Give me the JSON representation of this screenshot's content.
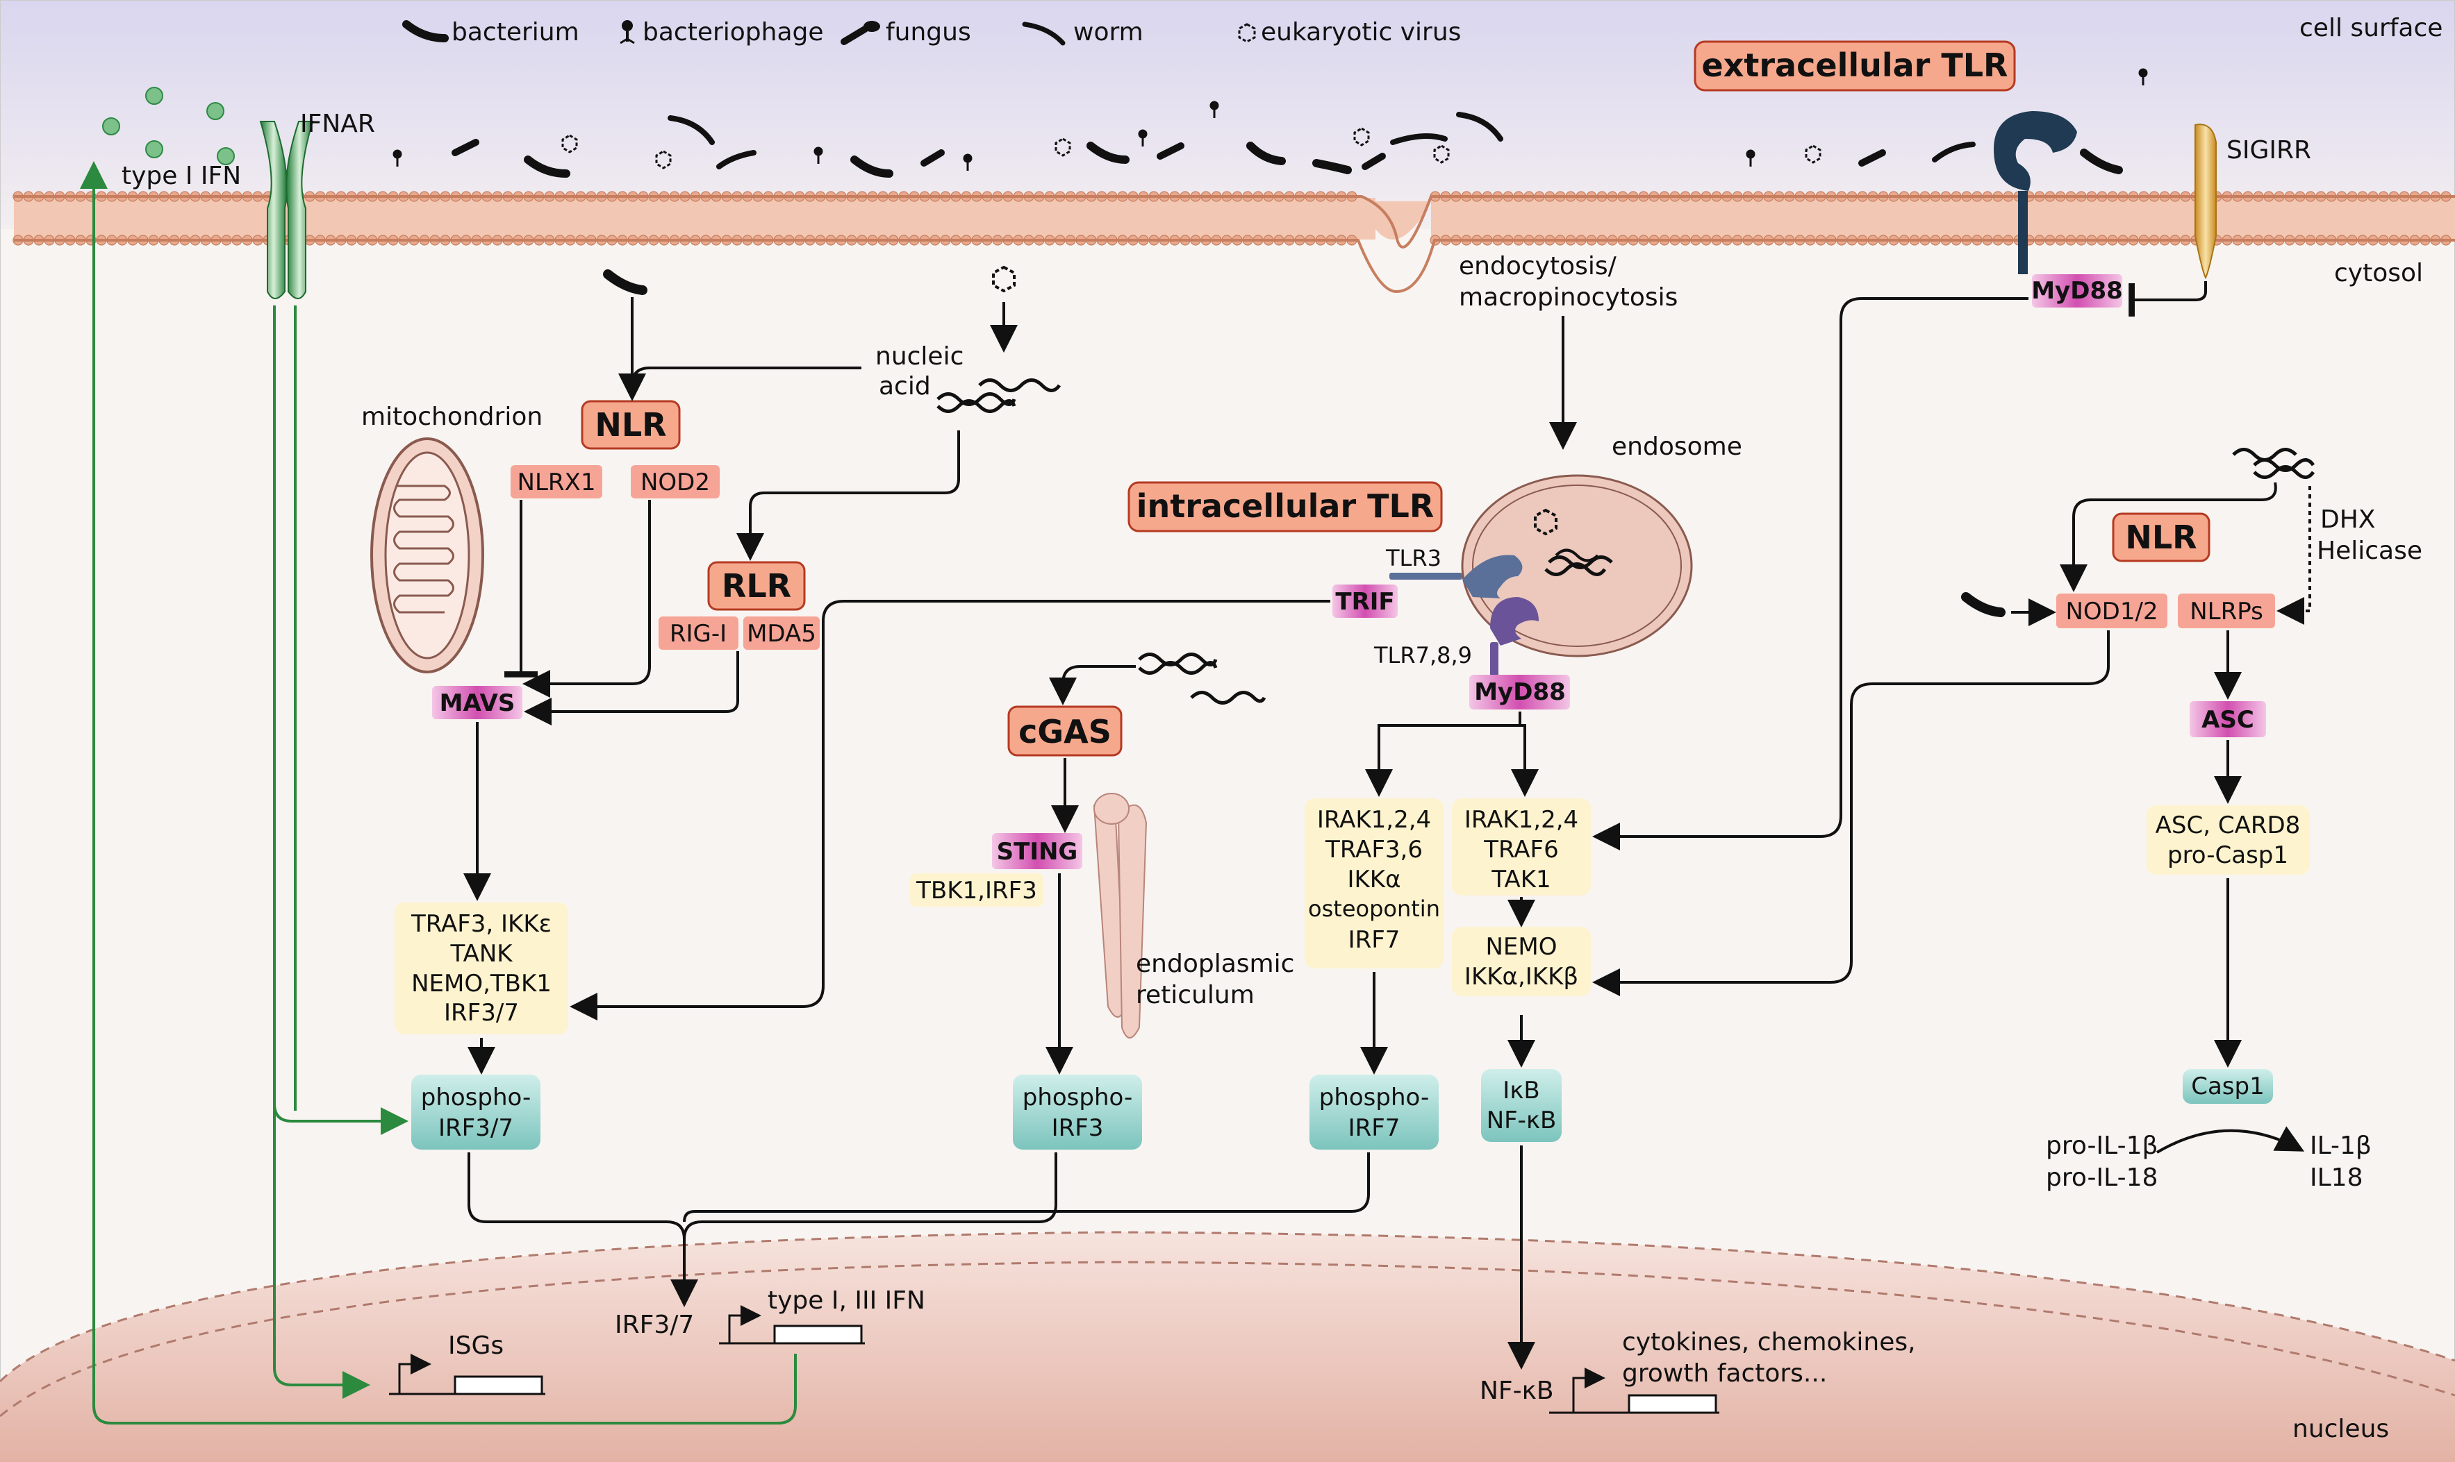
{
  "legend": [
    {
      "icon": "bacterium-icon",
      "label": "bacterium"
    },
    {
      "icon": "bacteriophage-icon",
      "label": "bacteriophage"
    },
    {
      "icon": "fungus-icon",
      "label": "fungus"
    },
    {
      "icon": "worm-icon",
      "label": "worm"
    },
    {
      "icon": "eukaryotic-virus-icon",
      "label": "eukaryotic virus"
    }
  ],
  "compartments": {
    "cell_surface": "cell surface",
    "cytosol": "cytosol",
    "nucleus": "nucleus",
    "mitochondrion": "mitochondrion",
    "endosome": "endosome",
    "er_line1": "endoplasmic",
    "er_line2": "reticulum"
  },
  "headers": {
    "extracellular_tlr": "extracellular TLR",
    "intracellular_tlr": "intracellular TLR",
    "nlr_left": "NLR",
    "nlr_right": "NLR",
    "rlr": "RLR",
    "cgas": "cGAS"
  },
  "receptors": {
    "ifnar": "IFNAR",
    "type1_ifn": "type I IFN",
    "sigirr": "SIGIRR",
    "tlr3": "TLR3",
    "tlr789": "TLR7,8,9"
  },
  "labels": {
    "nucleic_acid_1": "nucleic",
    "nucleic_acid_2": "acid",
    "endocytosis_1": "endocytosis/",
    "endocytosis_2": "macropinocytosis",
    "dhx_1": "DHX",
    "dhx_2": "Helicase",
    "pro_il1b": "pro-IL-1β",
    "pro_il18": "pro-IL-18",
    "il1b": "IL-1β",
    "il18": "IL18"
  },
  "sensors": {
    "nlrx1": "NLRX1",
    "nod2": "NOD2",
    "rigi": "RIG-I",
    "mda5": "MDA5",
    "nod12": "NOD1/2",
    "nlrps": "NLRPs"
  },
  "adaptors": {
    "mavs": "MAVS",
    "trif": "TRIF",
    "myd88_endo": "MyD88",
    "myd88_surface": "MyD88",
    "sting": "STING",
    "asc": "ASC"
  },
  "complexes": {
    "traf3": [
      "TRAF3, IKKε",
      "TANK",
      "NEMO,TBK1",
      "IRF3/7"
    ],
    "tbk1": "TBK1,IRF3",
    "irak_left": [
      "IRAK1,2,4",
      "TRAF3,6",
      "IKKα",
      "osteopontin",
      "IRF7"
    ],
    "irak_right": [
      "IRAK1,2,4",
      "TRAF6",
      "TAK1"
    ],
    "nemo": [
      "NEMO",
      "IKKα,IKKβ"
    ],
    "asc_card8": [
      "ASC, CARD8",
      "pro-Casp1"
    ]
  },
  "effectors": {
    "phospho_irf37": [
      "phospho-",
      "IRF3/7"
    ],
    "phospho_irf3": [
      "phospho-",
      "IRF3"
    ],
    "phospho_irf7": [
      "phospho-",
      "IRF7"
    ],
    "ikb": [
      "IκB",
      "NF-κB"
    ],
    "casp1": "Casp1"
  },
  "nuclear": {
    "irf37": "IRF3/7",
    "type_ifn": "type I, III IFN",
    "isgs": "ISGs",
    "nfkb": "NF-κB",
    "cytokines_1": "cytokines, chemokines,",
    "cytokines_2": "growth factors..."
  },
  "colors": {
    "membrane": "#e8a98e",
    "sensor": "#f6a496",
    "adaptor": "#d65fb8",
    "complex": "#fdf3cf",
    "effector": "#8fcfc9",
    "header": "#f28a6e",
    "receptor_ifnar": "#2d8a45",
    "tlr": "#1f3a52",
    "nucleus": "#eec7bd"
  }
}
